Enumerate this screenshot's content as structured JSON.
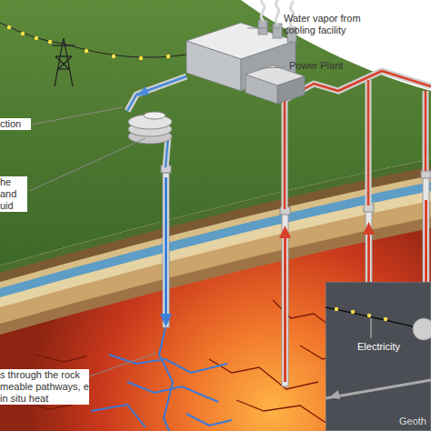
{
  "diagram": {
    "nodes": [
      {
        "text": [
          "Electricity",
          "Geoth"
        ]
      }
    ],
    "labels": [
      "Water vapor from cooling facility",
      "Power Plant",
      "ction",
      "he and uid",
      "s through the rock meable pathways, e in situ heat"
    ]
  }
}
